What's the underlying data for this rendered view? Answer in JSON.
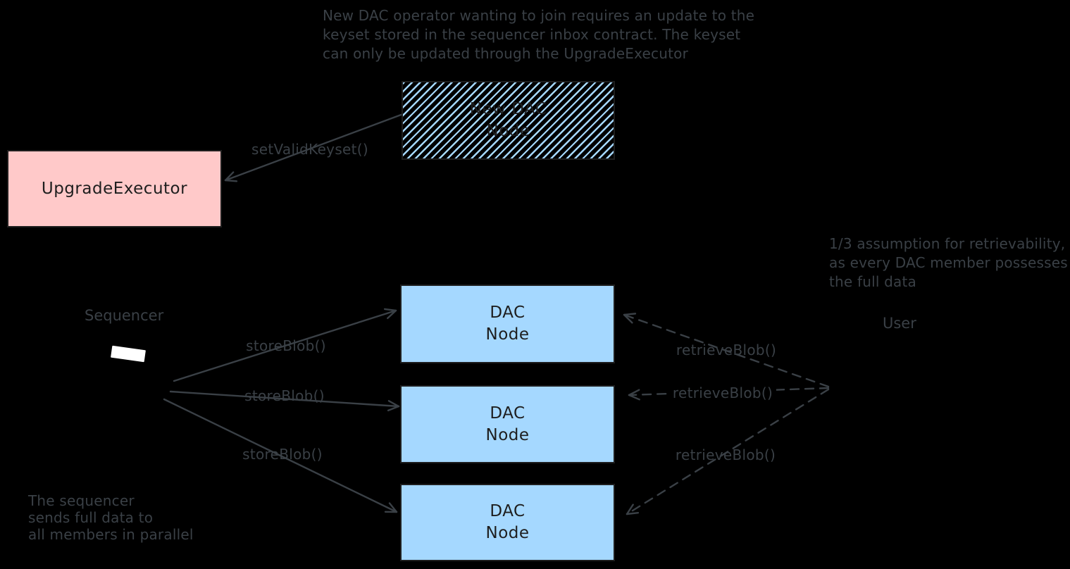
{
  "colors": {
    "background": "#000000",
    "pink_fill": "#ffc9c9",
    "blue_fill": "#a5d8ff",
    "ink": "#1e1e1e",
    "annotation_gray": "#3a4046"
  },
  "notes": {
    "top": [
      "New DAC operator wanting to join requires an update to the",
      "keyset stored in the sequencer inbox contract. The keyset",
      "can only be updated through the UpgradeExecutor"
    ],
    "right": [
      "1/3 assumption for retrievability,",
      "as every DAC member possesses",
      "the full data"
    ],
    "bottom_left": [
      "The sequencer",
      "sends full data to",
      "all members in parallel"
    ]
  },
  "nodes": {
    "new_dac_node": {
      "lines": [
        "New DAC",
        "Node"
      ],
      "fill": "blue-hachure"
    },
    "upgrade_executor": {
      "label": "UpgradeExecutor",
      "fill": "pink"
    },
    "dac_node_1": {
      "lines": [
        "DAC",
        "Node"
      ],
      "fill": "blue"
    },
    "dac_node_2": {
      "lines": [
        "DAC",
        "Node"
      ],
      "fill": "blue"
    },
    "dac_node_3": {
      "lines": [
        "DAC",
        "Node"
      ],
      "fill": "blue"
    },
    "sequencer": {
      "label": "Sequencer"
    },
    "user": {
      "label": "User"
    }
  },
  "edges": [
    {
      "id": "set-valid-keyset",
      "label": "setValidKeyset()",
      "style": "solid",
      "from": "new-dac-node",
      "to": "upgrade-executor"
    },
    {
      "id": "store-blob-1",
      "label": "storeBlob()",
      "style": "solid",
      "from": "sequencer",
      "to": "dac-node-1"
    },
    {
      "id": "store-blob-2",
      "label": "storeBlob()",
      "style": "solid",
      "from": "sequencer",
      "to": "dac-node-2"
    },
    {
      "id": "store-blob-3",
      "label": "storeBlob()",
      "style": "solid",
      "from": "sequencer",
      "to": "dac-node-3"
    },
    {
      "id": "retrieve-blob-1",
      "label": "retrieveBlob()",
      "style": "dashed",
      "from": "user",
      "to": "dac-node-1"
    },
    {
      "id": "retrieve-blob-2",
      "label": "retrieveBlob()",
      "style": "dashed",
      "from": "user",
      "to": "dac-node-2"
    },
    {
      "id": "retrieve-blob-3",
      "label": "retrieveBlob()",
      "style": "dashed",
      "from": "user",
      "to": "dac-node-3"
    }
  ]
}
